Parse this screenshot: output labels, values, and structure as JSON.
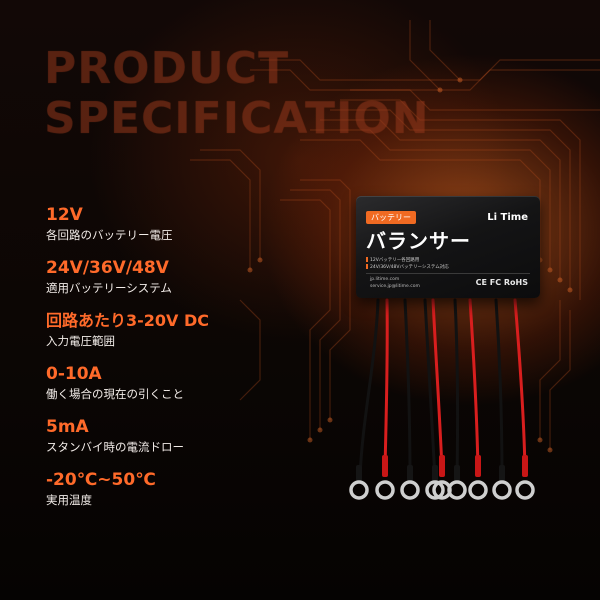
{
  "headline": {
    "line1": "PRODUCT",
    "line2": "SPECIFICATION"
  },
  "specs": [
    {
      "value": "12V",
      "label": "各回路のバッテリー電圧"
    },
    {
      "value": "24V/36V/48V",
      "label": "適用バッテリーシステム"
    },
    {
      "value": "回路あたり3-20V DC",
      "label": "入力電圧範囲"
    },
    {
      "value": "0-10A",
      "label": "働く場合の現在の引くこと"
    },
    {
      "value": "5mA",
      "label": "スタンバイ時の電流ドロー"
    },
    {
      "value": "-20℃~50℃",
      "label": "実用温度"
    }
  ],
  "device": {
    "tag": "バッテリー",
    "brand": "Li Time",
    "title": "バランサー",
    "line1": "12Vバッテリー各回路用",
    "line2": "24V/36V/48Vバッテリーシステム対応",
    "web": "jp.litime.com",
    "mail": "service.jp@litime.com",
    "cert": "CE FC RoHS"
  },
  "colors": {
    "accent": "#ff6a2a",
    "text": "#f2ece8",
    "background": "#0a0604",
    "wire_red": "#d81e1e",
    "wire_black": "#121212"
  }
}
